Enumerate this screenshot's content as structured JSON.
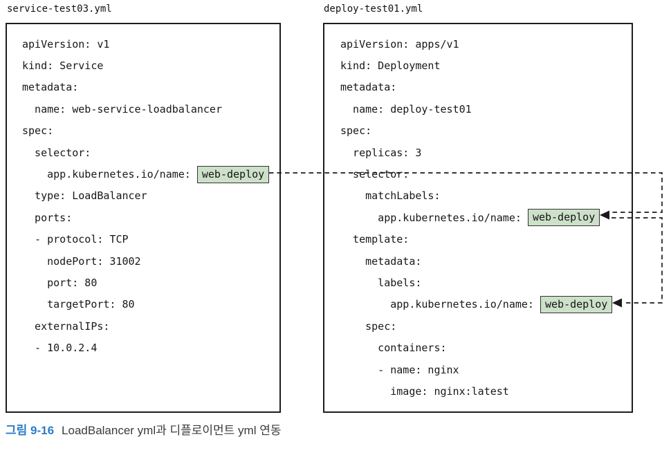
{
  "left_file": {
    "title": "service-test03.yml",
    "lines": [
      {
        "text": "apiVersion: v1"
      },
      {
        "text": "kind: Service"
      },
      {
        "text": "metadata:"
      },
      {
        "text": "  name: web-service-loadbalancer"
      },
      {
        "text": "spec:"
      },
      {
        "text": "  selector:"
      },
      {
        "text": "    app.kubernetes.io/name: ",
        "highlight": "web-deploy"
      },
      {
        "text": "  type: LoadBalancer"
      },
      {
        "text": "  ports:"
      },
      {
        "text": "  - protocol: TCP"
      },
      {
        "text": "    nodePort: 31002"
      },
      {
        "text": "    port: 80"
      },
      {
        "text": "    targetPort: 80"
      },
      {
        "text": "  externalIPs:"
      },
      {
        "text": "  - 10.0.2.4"
      }
    ]
  },
  "right_file": {
    "title": "deploy-test01.yml",
    "lines": [
      {
        "text": "apiVersion: apps/v1"
      },
      {
        "text": "kind: Deployment"
      },
      {
        "text": "metadata:"
      },
      {
        "text": "  name: deploy-test01"
      },
      {
        "text": "spec:"
      },
      {
        "text": "  replicas: 3"
      },
      {
        "text": "  selector:"
      },
      {
        "text": "    matchLabels:"
      },
      {
        "text": "      app.kubernetes.io/name: ",
        "highlight": "web-deploy"
      },
      {
        "text": "  template:"
      },
      {
        "text": "    metadata:"
      },
      {
        "text": "      labels:"
      },
      {
        "text": "        app.kubernetes.io/name: ",
        "highlight": "web-deploy"
      },
      {
        "text": "    spec:"
      },
      {
        "text": "      containers:"
      },
      {
        "text": "      - name: nginx"
      },
      {
        "text": "        image: nginx:latest"
      }
    ]
  },
  "caption": {
    "label": "그림 9-16",
    "text": "LoadBalancer yml과 디플로이먼트 yml 연동"
  },
  "colors": {
    "highlight_bg": "#cde0c9",
    "highlight_border": "#333333",
    "line_color": "#1a1a1a",
    "caption_label_color": "#2b7dc7"
  }
}
